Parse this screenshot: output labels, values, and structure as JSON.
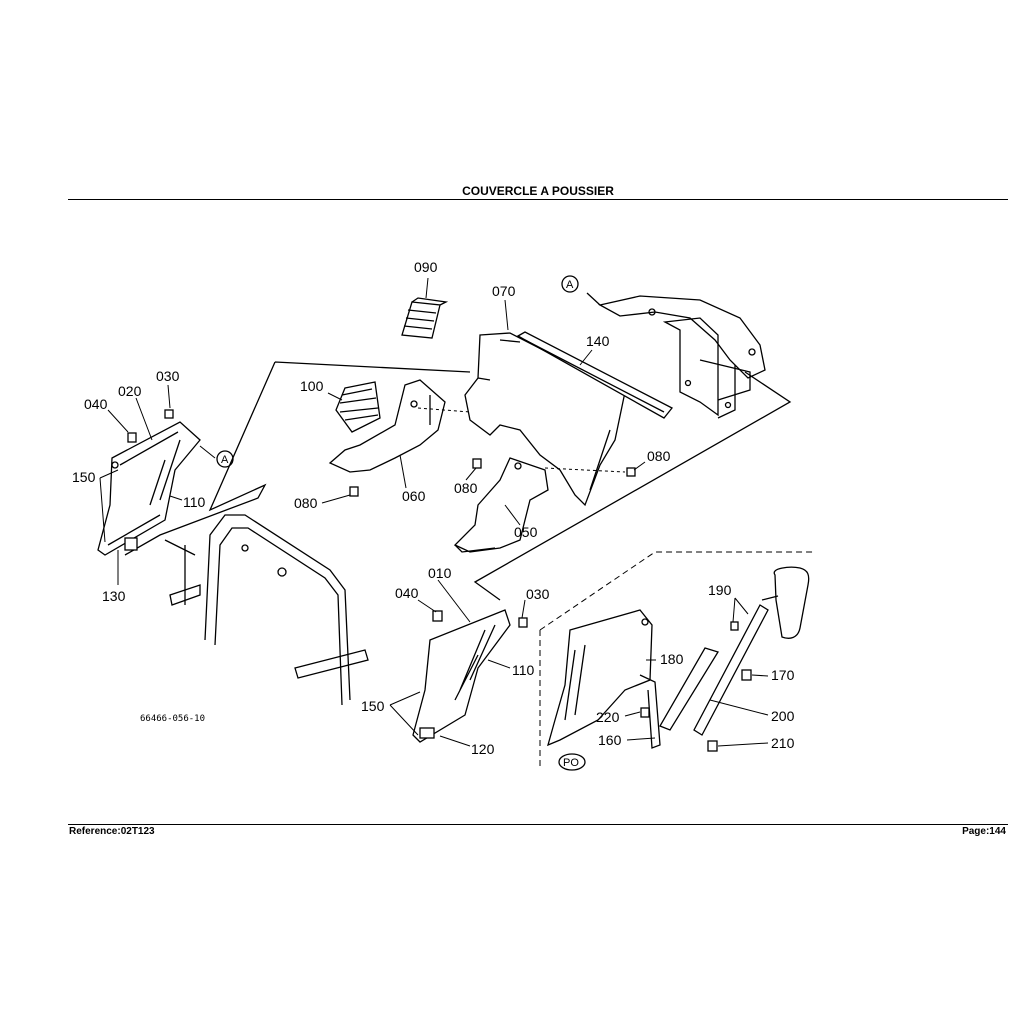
{
  "header": {
    "title": "COUVERCLE A POUSSIER"
  },
  "footer": {
    "reference": "Reference:02T123",
    "page": "Page:144"
  },
  "diagram": {
    "drawing_code": "66466-056-10",
    "reference_mark": "A",
    "variant_mark": "PO",
    "callouts": {
      "c010": "010",
      "c020": "020",
      "c030a": "030",
      "c030b": "030",
      "c040a": "040",
      "c040b": "040",
      "c050": "050",
      "c060": "060",
      "c070": "070",
      "c080a": "080",
      "c080b": "080",
      "c080c": "080",
      "c090": "090",
      "c100": "100",
      "c110a": "110",
      "c110b": "110",
      "c120": "120",
      "c130": "130",
      "c140": "140",
      "c150a": "150",
      "c150b": "150",
      "c160": "160",
      "c170": "170",
      "c180": "180",
      "c190": "190",
      "c200": "200",
      "c210": "210",
      "c220": "220"
    }
  }
}
